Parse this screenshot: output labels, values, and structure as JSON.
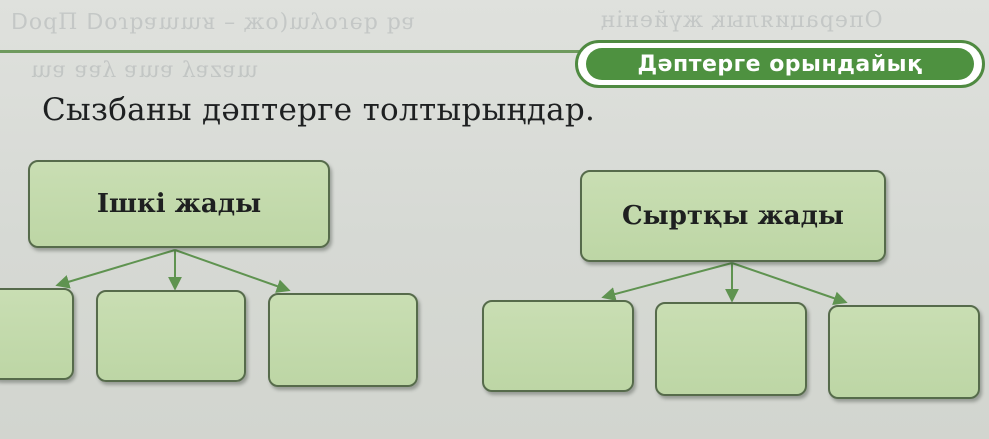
{
  "section_badge": "Дәптерге орындайық",
  "instruction": "Сызбаны дәптерге толтырыңдар.",
  "diagram": {
    "left_root": "Ішкі жады",
    "right_root": "Сыртқы жады"
  },
  "colors": {
    "badge_green": "#4e9140",
    "box_fill": "#c3daab",
    "box_border": "#566b4b",
    "arrow": "#5f9350"
  }
}
